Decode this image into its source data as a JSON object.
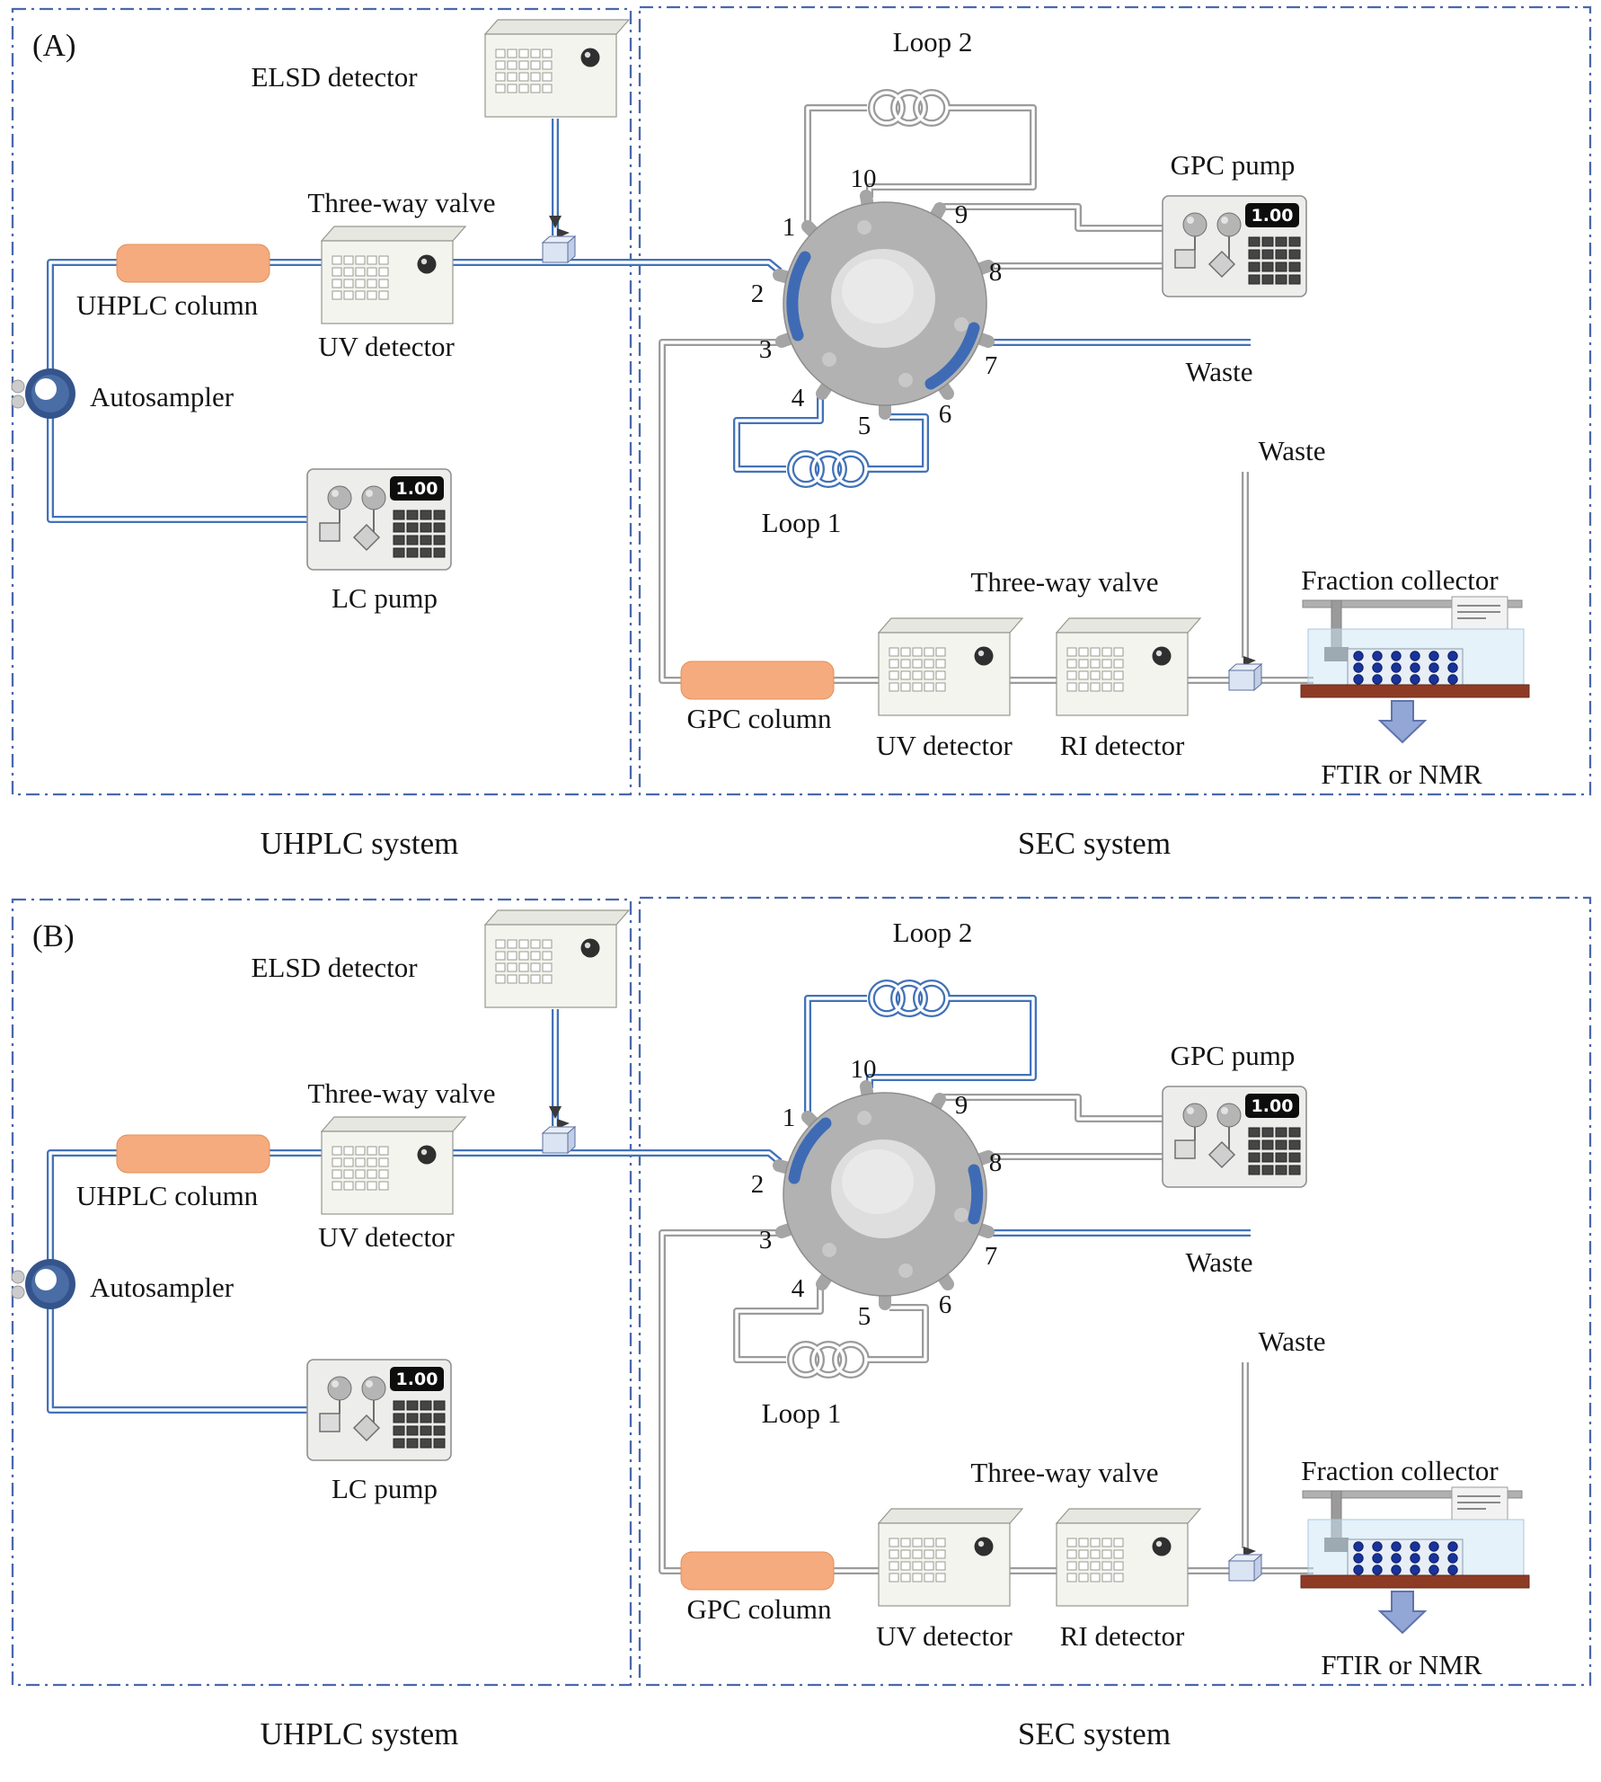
{
  "panels": [
    {
      "tag": "(A)",
      "uhplc": {
        "elsd_detector": "ELSD detector",
        "three_way_valve": "Three-way valve",
        "column": "UHPLC column",
        "uv_detector": "UV detector",
        "autosampler": "Autosampler",
        "lc_pump": "LC pump",
        "lc_pump_display": "1.00",
        "system": "UHPLC system"
      },
      "sec": {
        "loop2": "Loop 2",
        "loop1": "Loop 1",
        "gpc_pump": "GPC pump",
        "gpc_pump_display": "1.00",
        "waste_right": "Waste",
        "waste_top": "Waste",
        "gpc_column": "GPC column",
        "uv_detector": "UV detector",
        "ri_detector": "RI detector",
        "three_way_valve": "Three-way valve",
        "fraction_collector": "Fraction collector",
        "ftir_nmr": "FTIR or NMR",
        "system": "SEC system",
        "ports": [
          "1",
          "2",
          "3",
          "4",
          "5",
          "6",
          "7",
          "8",
          "9",
          "10"
        ]
      }
    },
    {
      "tag": "(B)",
      "uhplc": {
        "elsd_detector": "ELSD detector",
        "three_way_valve": "Three-way valve",
        "column": "UHPLC column",
        "uv_detector": "UV detector",
        "autosampler": "Autosampler",
        "lc_pump": "LC pump",
        "lc_pump_display": "1.00",
        "system": "UHPLC system"
      },
      "sec": {
        "loop2": "Loop 2",
        "loop1": "Loop 1",
        "gpc_pump": "GPC pump",
        "gpc_pump_display": "1.00",
        "waste_right": "Waste",
        "waste_top": "Waste",
        "gpc_column": "GPC column",
        "uv_detector": "UV detector",
        "ri_detector": "RI detector",
        "three_way_valve": "Three-way valve",
        "fraction_collector": "Fraction collector",
        "ftir_nmr": "FTIR or NMR",
        "system": "SEC system",
        "ports": [
          "1",
          "2",
          "3",
          "4",
          "5",
          "6",
          "7",
          "8",
          "9",
          "10"
        ]
      }
    }
  ],
  "colors": {
    "active_flow": "#4272b8",
    "idle_tube": "#9b9b9b",
    "column_fill": "#f5ab7e",
    "border": "#4a67ad"
  }
}
